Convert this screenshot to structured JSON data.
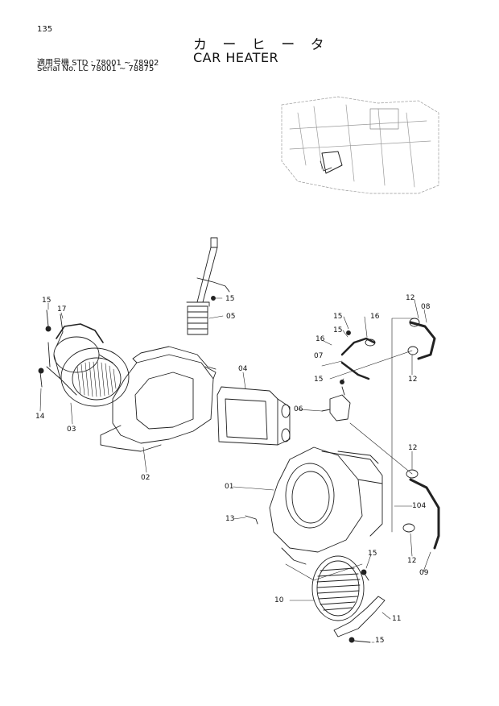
{
  "page_number": "135",
  "title_jp": "カ ー ヒ ー タ",
  "title_en": "CAR HEATER",
  "serial": {
    "line1": "適用号機 STD : 78001 ~ 78902",
    "line2": "Serial No. LC      78001 ~ 78875"
  },
  "parts": {
    "p15a": "15",
    "p17": "17",
    "p14": "14",
    "p03": "03",
    "p02": "02",
    "p15b": "15",
    "p05": "05",
    "p04": "04",
    "p12a": "12",
    "p08": "08",
    "p15c": "15",
    "p16a": "16",
    "p16b": "16",
    "p15d": "15",
    "p07": "07",
    "p12b": "12",
    "p15e": "15",
    "p06": "06",
    "p12c": "12",
    "p01": "01",
    "p104": "104",
    "p13": "13",
    "p12d": "12",
    "p09": "09",
    "p15f": "15",
    "p10": "10",
    "p11": "11",
    "p15g": "15"
  }
}
